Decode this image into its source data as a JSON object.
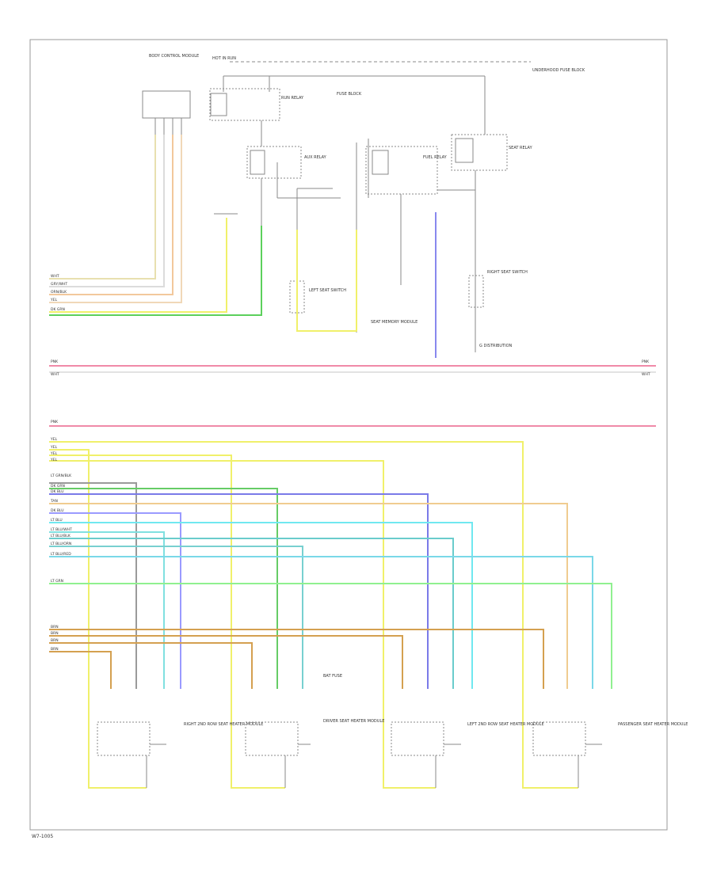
{
  "diagram": {
    "footer_code": "W7-1005",
    "top_labels": {
      "hot_in_run": "HOT IN RUN",
      "fuse_block": "FUSE BLOCK",
      "underhood_fuse": "UNDERHOOD FUSE BLOCK",
      "body_control_module": "BODY CONTROL MODULE",
      "relay_1": "RUN RELAY",
      "relay_2": "AUX RELAY",
      "relay_3": "FUEL RELAY",
      "relay_4": "SEAT RELAY",
      "left_switch": "LEFT SEAT SWITCH",
      "right_switch": "RIGHT SEAT SWITCH",
      "seat_module": "SEAT MEMORY MODULE",
      "ground_splice": "G DISTRIBUTION"
    },
    "bus_labels": {
      "b1": "WHT",
      "b2": "GRY/WHT",
      "b3": "ORN/BLK",
      "b4": "YEL",
      "b5": "DK GRN",
      "pink1": "PNK",
      "wht1": "WHT",
      "pink2": "PNK",
      "h1": "YEL",
      "h2": "YEL",
      "h3": "YEL",
      "h4": "YEL",
      "h5": "LT GRN/BLK",
      "h6": "DK GRN",
      "h7": "DK BLU",
      "h8": "TAN",
      "h9": "DK BLU",
      "h10": "LT BLU",
      "h11": "LT BLU/WHT",
      "h12": "LT BLU/BLK",
      "h13": "LT BLU/ORN",
      "h14": "LT BLU/RED",
      "h15": "LT GRN",
      "h16": "BRN",
      "h17": "BRN",
      "h18": "BRN",
      "h19": "BRN",
      "pink_end": "PNK",
      "wht_end": "WHT"
    },
    "heater_labels": {
      "m1": "RIGHT 2ND ROW SEAT HEATER MODULE",
      "m2": "DRIVER SEAT HEATER MODULE",
      "m3": "LEFT 2ND ROW SEAT HEATER MODULE",
      "m4": "PASSENGER SEAT HEATER MODULE",
      "m2_tag": "BAT FUSE"
    }
  }
}
